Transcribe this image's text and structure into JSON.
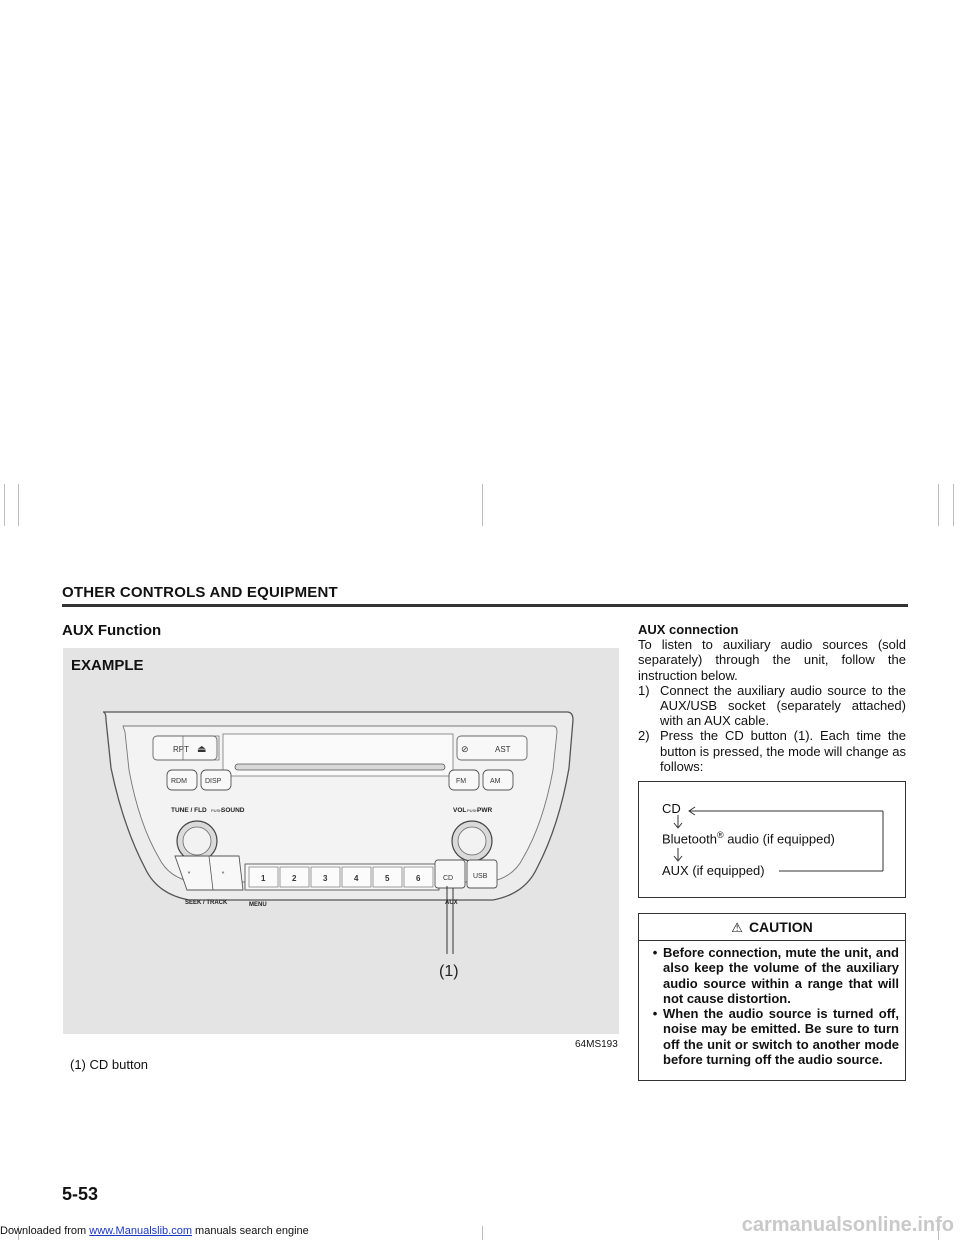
{
  "section_header": "OTHER CONTROLS AND EQUIPMENT",
  "aux_function_title": "AUX Function",
  "figure": {
    "example_label": "EXAMPLE",
    "callout": "(1)",
    "code": "64MS193",
    "caption": "(1) CD button",
    "buttons": {
      "rpt": "RPT",
      "ast": "AST",
      "rdm": "RDM",
      "disp": "DISP",
      "fm": "FM",
      "am": "AM",
      "tune": "TUNE / FLD",
      "push1": "PUSH",
      "sound": "SOUND",
      "vol": "VOL",
      "push2": "PUSH",
      "pwr": "PWR",
      "seek_track": "SEEK / TRACK",
      "menu": "MENU",
      "cd": "CD",
      "usb": "USB",
      "aux": "AUX",
      "presets": [
        "1",
        "2",
        "3",
        "4",
        "5",
        "6"
      ]
    }
  },
  "aux_connection": {
    "heading": "AUX connection",
    "intro": "To listen to auxiliary audio sources (sold separately) through the unit, follow the instruction below.",
    "steps": [
      {
        "num": "1)",
        "text": "Connect the auxiliary audio source to the AUX/USB socket (separately attached) with an AUX cable."
      },
      {
        "num": "2)",
        "text": "Press the CD button (1). Each time the button is pressed, the mode will change as follows:"
      }
    ]
  },
  "mode_cycle": {
    "cd": "CD",
    "bluetooth": "Bluetooth",
    "registered": "®",
    "bluetooth_suffix": " audio (if equipped)",
    "aux": "AUX (if equipped)"
  },
  "caution": {
    "title": "CAUTION",
    "items": [
      "Before connection, mute the unit, and also keep the volume of the auxiliary audio source within a range that will not cause distortion.",
      "When the audio source is turned off, noise may be emitted. Be sure to turn off the unit or switch to another mode before turning off the audio source."
    ]
  },
  "page_number": "5-53",
  "footer": {
    "downloaded_from": "Downloaded from ",
    "site_link": "www.Manualslib.com",
    "search_engine": " manuals search engine",
    "watermark": "carmanualsonline.info"
  }
}
